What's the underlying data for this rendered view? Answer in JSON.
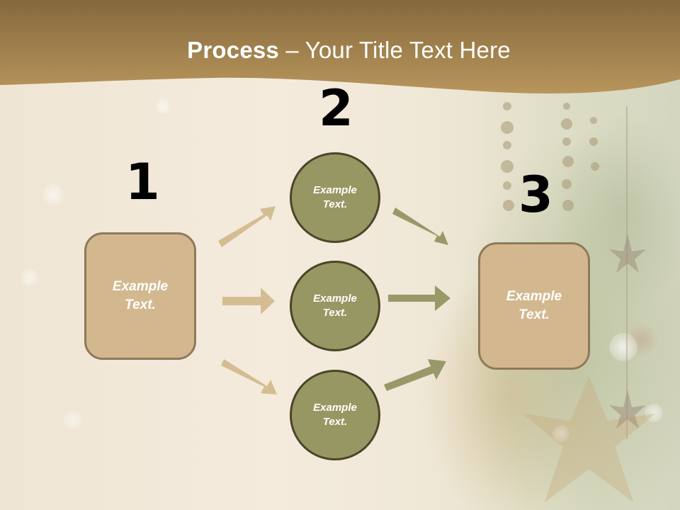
{
  "slide": {
    "title_bold": "Process",
    "title_rest": " – Your Title Text Here",
    "colors": {
      "header": "#a07f48",
      "box_fill": "#d3b88f",
      "box_border": "#8e7a5a",
      "circle_fill": "#979763",
      "circle_border": "#4b4528",
      "arrow_tan": "#d5bd93",
      "arrow_olive": "#999868"
    }
  },
  "steps": [
    {
      "number": "1",
      "label": "Example Text."
    },
    {
      "number": "2",
      "label": "Example Text."
    },
    {
      "number": "3",
      "label": "Example Text."
    }
  ],
  "circles": [
    {
      "label_line1": "Example",
      "label_line2": "Text."
    },
    {
      "label_line1": "Example",
      "label_line2": "Text."
    },
    {
      "label_line1": "Example",
      "label_line2": "Text."
    }
  ],
  "boxes": [
    {
      "label_line1": "Example",
      "label_line2": "Text."
    },
    {
      "label_line1": "Example",
      "label_line2": "Text."
    }
  ]
}
